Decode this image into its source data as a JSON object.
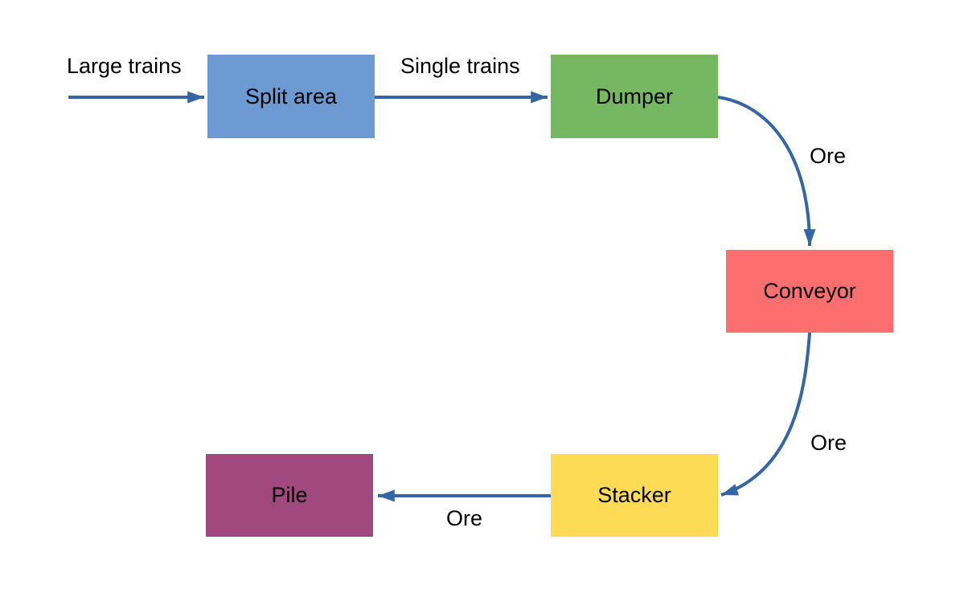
{
  "diagram": {
    "colors": {
      "arrow": "#3465a4",
      "label_text": "#000000",
      "background": "#ffffff"
    },
    "nodes": {
      "split_area": {
        "label": "Split area",
        "fill": "#6d9ad2"
      },
      "dumper": {
        "label": "Dumper",
        "fill": "#76b761"
      },
      "conveyor": {
        "label": "Conveyor",
        "fill": "#fd6f6e"
      },
      "stacker": {
        "label": "Stacker",
        "fill": "#fedb54"
      },
      "pile": {
        "label": "Pile",
        "fill": "#a1487f"
      }
    },
    "edge_labels": {
      "large_trains": "Large trains",
      "single_trains": "Single trains",
      "ore_dumper_to_conveyor": "Ore",
      "ore_conveyor_to_stacker": "Ore",
      "ore_stacker_to_pile": "Ore"
    }
  }
}
